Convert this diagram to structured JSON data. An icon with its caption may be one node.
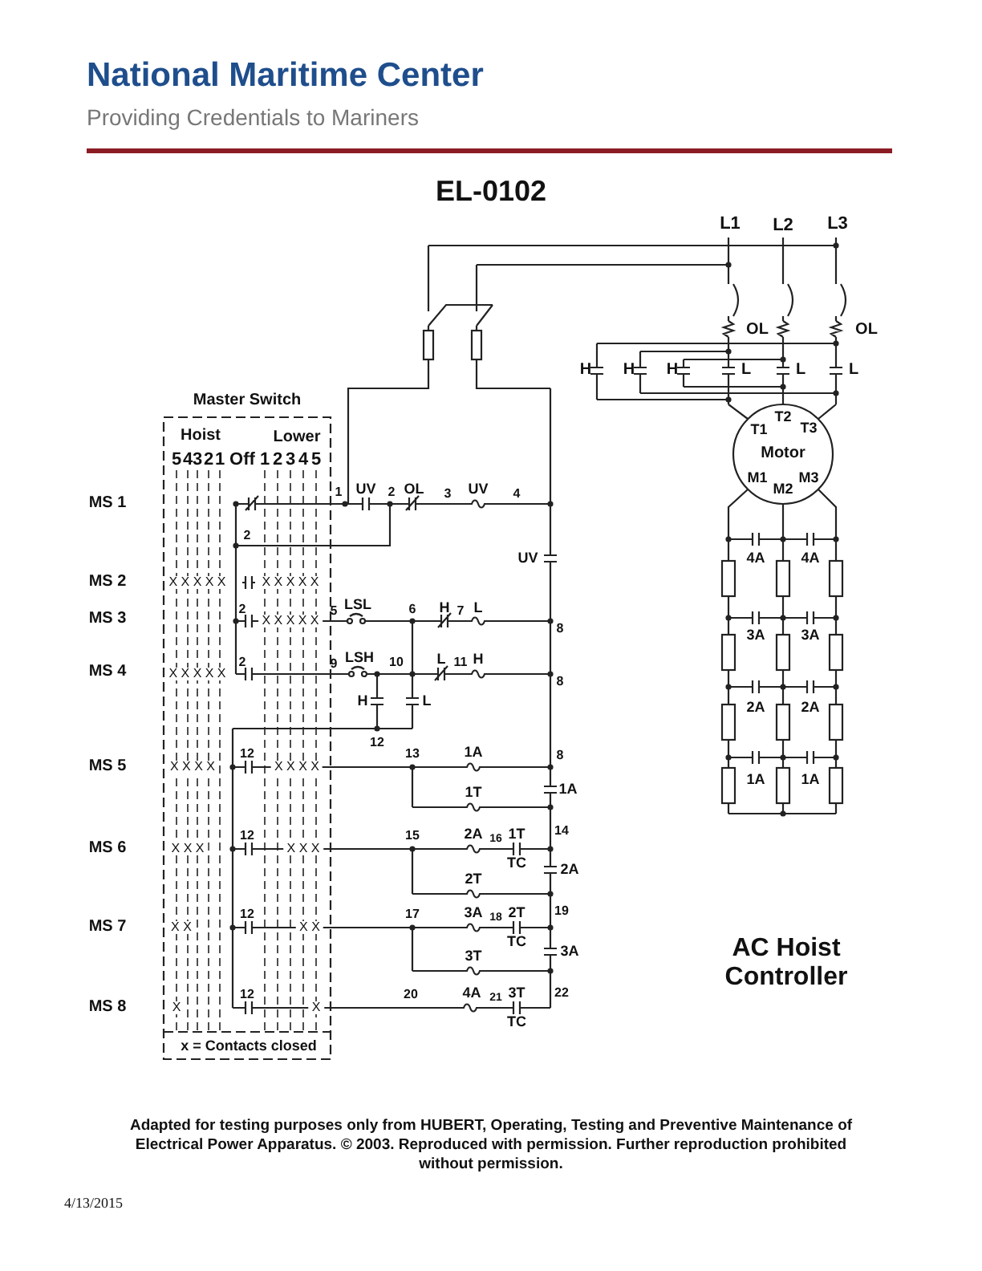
{
  "diagram": {
    "title": "EL-0102",
    "caption": "Adapted for testing purposes only from HUBERT, Operating, Testing and Preventive Maintenance of Electrical Power Apparatus. © 2003. Reproduced with permission. Further reproduction prohibited without permission.",
    "labels": [
      "National Maritime Center",
      "Providing Credentials to Mariners",
      "L1",
      "L2",
      "L3",
      "OL",
      "OL",
      "H",
      "H",
      "H",
      "L",
      "L",
      "L",
      "T1",
      "T2",
      "T3",
      "Motor",
      "M1",
      "M2",
      "M3",
      "4A",
      "4A",
      "3A",
      "3A",
      "2A",
      "2A",
      "1A",
      "1A",
      "AC Hoist Controller",
      "Master Switch",
      "Hoist",
      "Lower",
      "5",
      "4",
      "3",
      "2",
      "1",
      "Off",
      "1",
      "2",
      "3",
      "4",
      "5",
      "MS 1",
      "1",
      "UV",
      "2",
      "OL",
      "3",
      "UV",
      "4",
      "2",
      "UV",
      "MS 2",
      "XXXXX",
      "XXXXX",
      "MS 3",
      "2",
      "XXXXX",
      "5",
      "LSL",
      "6",
      "H",
      "7",
      "L",
      "8",
      "MS 4",
      "XXXXX",
      "2",
      "9",
      "LSH",
      "10",
      "L",
      "11",
      "H",
      "8",
      "H",
      "L",
      "12",
      "MS 5",
      "XXXX",
      "12",
      "XXXX",
      "13",
      "1A",
      "8",
      "1T",
      "1A",
      "MS 6",
      "XXX",
      "12",
      "XXX",
      "15",
      "2A",
      "16",
      "1T",
      "14",
      "TC",
      "2T",
      "2A",
      "MS 7",
      "XX",
      "12",
      "XX",
      "17",
      "3A",
      "18",
      "2T",
      "19",
      "TC",
      "3T",
      "3A",
      "MS 8",
      "X",
      "12",
      "X",
      "20",
      "4A",
      "21",
      "3T",
      "22",
      "TC",
      "x = Contacts closed",
      "4/13/2015"
    ]
  }
}
